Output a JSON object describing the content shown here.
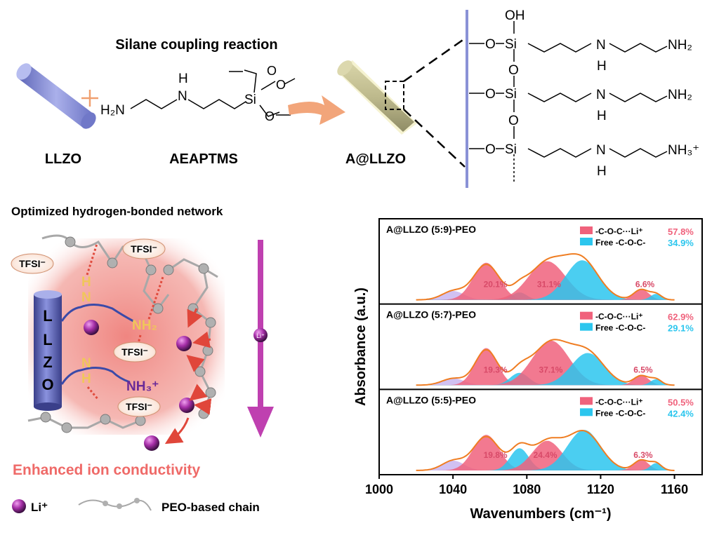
{
  "scheme": {
    "title": "Silane coupling reaction",
    "llzo_label": "LLZO",
    "aeaptms_label": "AEAPTMS",
    "allzo_label": "A@LLZO",
    "h2n": "H₂N",
    "amine_h": "H",
    "amine_n": "N",
    "si": "Si",
    "o": "O",
    "oh": "OH",
    "nh2": "NH₂",
    "nh3": "NH₃⁺"
  },
  "network": {
    "title": "Optimized hydrogen-bonded network",
    "rod_letters": [
      "L",
      "L",
      "Z",
      "O"
    ],
    "tfsi": "TFSI⁻",
    "nh2": "NH₂",
    "nh3": "NH₃⁺",
    "n": "N",
    "h": "H",
    "li_ball": "Li⁺",
    "enhanced": "Enhanced ion conductivity",
    "legend_li": "Li⁺",
    "legend_chain": "PEO-based chain"
  },
  "colors": {
    "li_peak": "#f0627c",
    "free_peak": "#2cc6ee",
    "envelope": "#ef7d22",
    "rod": "#8b93d6",
    "glow": "#f08a84",
    "arrow_li": "#bf40b0"
  },
  "chart_data": {
    "type": "area",
    "xlabel": "Wavenumbers (cm⁻¹)",
    "ylabel": "Absorbance (a.u.)",
    "xlim": [
      1000,
      1175
    ],
    "xticks": [
      1000,
      1040,
      1080,
      1120,
      1160
    ],
    "panels": [
      {
        "title": "A@LLZO (5:9)-PEO",
        "legend": [
          {
            "label": "-C-O-C···Li⁺",
            "value": "57.8%"
          },
          {
            "label": "Free -C-O-C-",
            "value": "34.9%"
          }
        ],
        "peak_labels": [
          "20.1%",
          "31.1%",
          "6.6%"
        ]
      },
      {
        "title": "A@LLZO (5:7)-PEO",
        "legend": [
          {
            "label": "-C-O-C···Li⁺",
            "value": "62.9%"
          },
          {
            "label": "Free -C-O-C-",
            "value": "29.1%"
          }
        ],
        "peak_labels": [
          "19.3%",
          "37.1%",
          "6.5%"
        ]
      },
      {
        "title": "A@LLZO (5:5)-PEO",
        "legend": [
          {
            "label": "-C-O-C···Li⁺",
            "value": "50.5%"
          },
          {
            "label": "Free -C-O-C-",
            "value": "42.4%"
          }
        ],
        "peak_labels": [
          "19.8%",
          "24.4%",
          "6.3%"
        ]
      }
    ]
  }
}
